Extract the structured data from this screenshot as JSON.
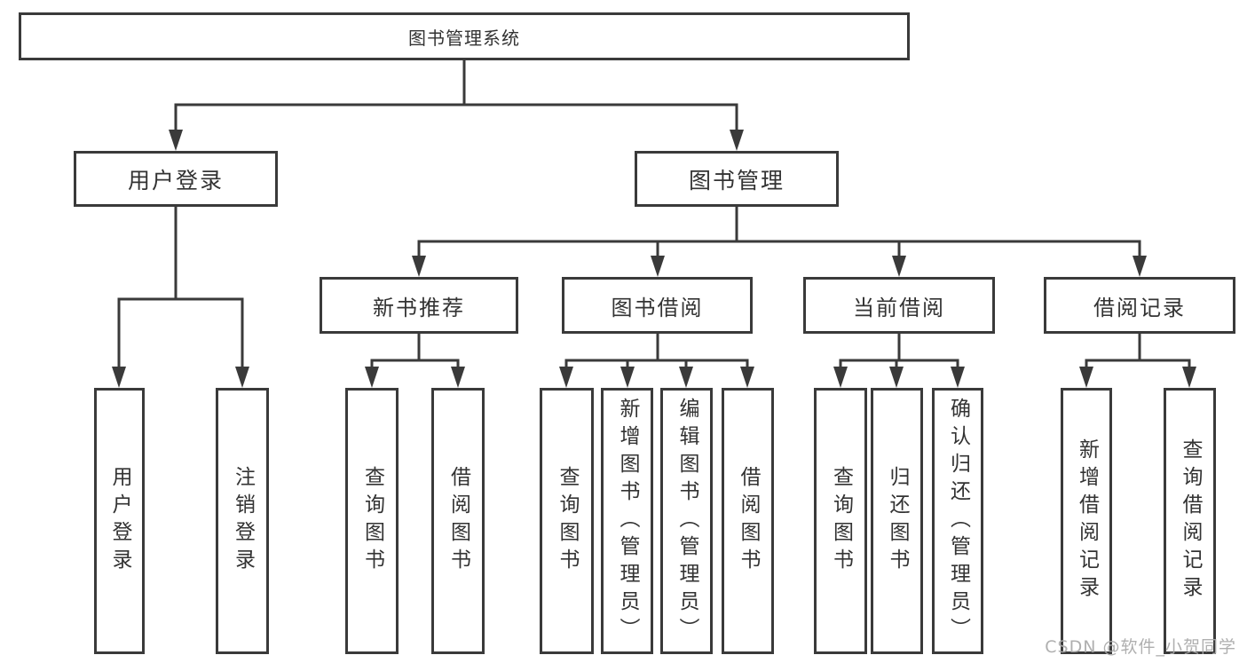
{
  "diagram": {
    "root": "图书管理系统",
    "level2": [
      "用户登录",
      "图书管理"
    ],
    "level3": [
      "新书推荐",
      "图书借阅",
      "当前借阅",
      "借阅记录"
    ],
    "user_login_children": [
      "用户登录",
      "注销登录"
    ],
    "new_book_children": [
      "查询图书",
      "借阅图书"
    ],
    "book_borrow_children": [
      "查询图书",
      "新增图书（管理员）",
      "编辑图书（管理员）",
      "借阅图书"
    ],
    "current_borrow_children": [
      "查询图书",
      "归还图书",
      "确认归还（管理员）"
    ],
    "records_children": [
      "新增借阅记录",
      "查询借阅记录"
    ]
  },
  "watermark": "CSDN @软件_小贺同学",
  "colors": {
    "line": "#3a3a3a",
    "text": "#333333",
    "watermark": "#a8a8a8"
  }
}
